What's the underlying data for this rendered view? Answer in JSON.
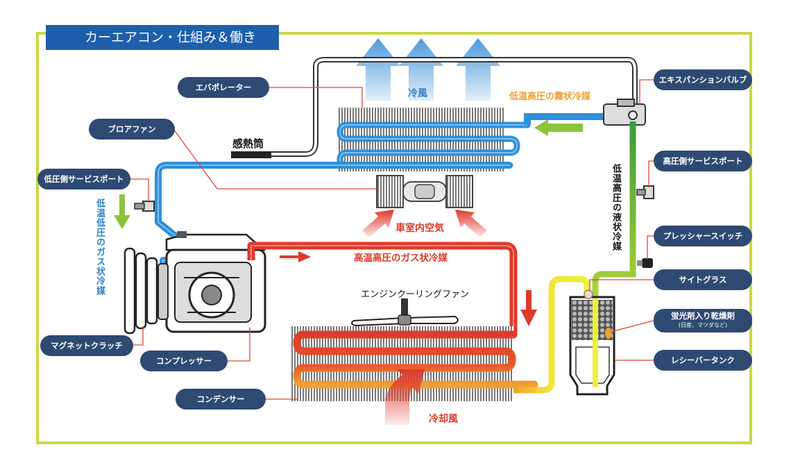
{
  "title": "カーエアコン・仕組み＆働き",
  "labels": {
    "evaporator": "エバポレーター",
    "blower_fan": "ブロアファン",
    "low_pressure_port": "低圧側サービスポート",
    "magnet_clutch": "マグネットクラッチ",
    "compressor": "コンプレッサー",
    "condenser": "コンデンサー",
    "expansion_valve": "エキスパンションバルブ",
    "high_pressure_port": "高圧側サービスポート",
    "pressure_switch": "プレッシャースイッチ",
    "sight_glass": "サイトグラス",
    "desiccant": "蛍光剤入り乾燥剤",
    "desiccant_note": "(日産、マツダなど)",
    "receiver_tank": "レシーバータンク"
  },
  "annotations": {
    "thermo_bulb": "感熱筒",
    "cold_air": "冷風",
    "low_temp_low_pressure_mist": "低温高圧の霧状冷媒",
    "low_temp_high_pressure_liquid": "低温高圧の液状冷媒",
    "low_temp_low_pressure_gas": "低温低圧のガス状冷媒",
    "cabin_air": "車室内空気",
    "high_temp_high_pressure_gas": "高温高圧のガス状冷媒",
    "engine_cooling_fan": "エンジンクーリングファン",
    "cooling_air": "冷却風"
  },
  "colors": {
    "frame": "#cbd844",
    "title_bg": "#1e5fab",
    "pill_bg": "#2e4a72",
    "low_pressure_line": "#2f8fd8",
    "high_pressure_gas_line": "#e03a2a",
    "liquid_line": "#eef03a",
    "leader_line": "#e0433a",
    "mist_text": "#f0a030",
    "blue_text": "#2f7fc8",
    "red_text": "#e03a2a",
    "green_arrow": "#8cc43c"
  }
}
